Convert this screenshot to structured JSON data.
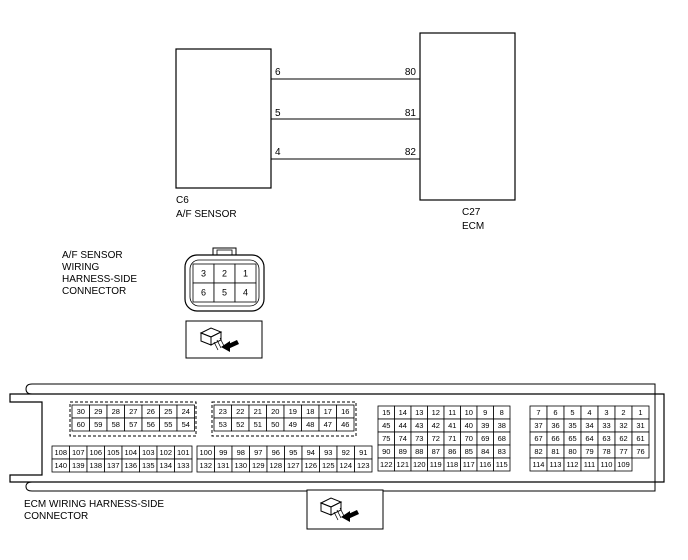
{
  "sensor": {
    "id": "C6",
    "name": "A/F SENSOR"
  },
  "ecm": {
    "id": "C27",
    "name": "ECM"
  },
  "wires": [
    {
      "sensor_pin": "6",
      "ecm_pin": "80"
    },
    {
      "sensor_pin": "5",
      "ecm_pin": "81"
    },
    {
      "sensor_pin": "4",
      "ecm_pin": "82"
    }
  ],
  "sensor_connector": {
    "label_lines": [
      "A/F SENSOR",
      "WIRING",
      "HARNESS-SIDE",
      "CONNECTOR"
    ],
    "rows": [
      [
        "3",
        "2",
        "1"
      ],
      [
        "6",
        "5",
        "4"
      ]
    ]
  },
  "ecm_connector": {
    "label_lines": [
      "ECM WIRING HARNESS-SIDE",
      "CONNECTOR"
    ],
    "blocks": [
      {
        "rows": [
          [
            "30",
            "29",
            "28",
            "27",
            "26",
            "25",
            "24"
          ],
          [
            "60",
            "59",
            "58",
            "57",
            "56",
            "55",
            "54"
          ]
        ]
      },
      {
        "rows": [
          [
            "23",
            "22",
            "21",
            "20",
            "19",
            "18",
            "17",
            "16"
          ],
          [
            "53",
            "52",
            "51",
            "50",
            "49",
            "48",
            "47",
            "46"
          ]
        ]
      },
      {
        "rows": [
          [
            "108",
            "107",
            "106",
            "105",
            "104",
            "103",
            "102",
            "101"
          ],
          [
            "140",
            "139",
            "138",
            "137",
            "136",
            "135",
            "134",
            "133"
          ]
        ]
      },
      {
        "rows": [
          [
            "100",
            "99",
            "98",
            "97",
            "96",
            "95",
            "94",
            "93",
            "92",
            "91"
          ],
          [
            "132",
            "131",
            "130",
            "129",
            "128",
            "127",
            "126",
            "125",
            "124",
            "123"
          ]
        ]
      },
      {
        "rows": [
          [
            "15",
            "14",
            "13",
            "12",
            "11",
            "10",
            "9",
            "8"
          ],
          [
            "45",
            "44",
            "43",
            "42",
            "41",
            "40",
            "39",
            "38"
          ],
          [
            "75",
            "74",
            "73",
            "72",
            "71",
            "70",
            "69",
            "68"
          ],
          [
            "90",
            "89",
            "88",
            "87",
            "86",
            "85",
            "84",
            "83"
          ],
          [
            "122",
            "121",
            "120",
            "119",
            "118",
            "117",
            "116",
            "115"
          ]
        ]
      },
      {
        "rows": [
          [
            "7",
            "6",
            "5",
            "4",
            "3",
            "2",
            "1"
          ],
          [
            "37",
            "36",
            "35",
            "34",
            "33",
            "32",
            "31"
          ],
          [
            "67",
            "66",
            "65",
            "64",
            "63",
            "62",
            "61"
          ],
          [
            "82",
            "81",
            "80",
            "79",
            "78",
            "77",
            "76"
          ],
          [
            "114",
            "113",
            "112",
            "111",
            "110",
            "109"
          ]
        ]
      }
    ]
  }
}
